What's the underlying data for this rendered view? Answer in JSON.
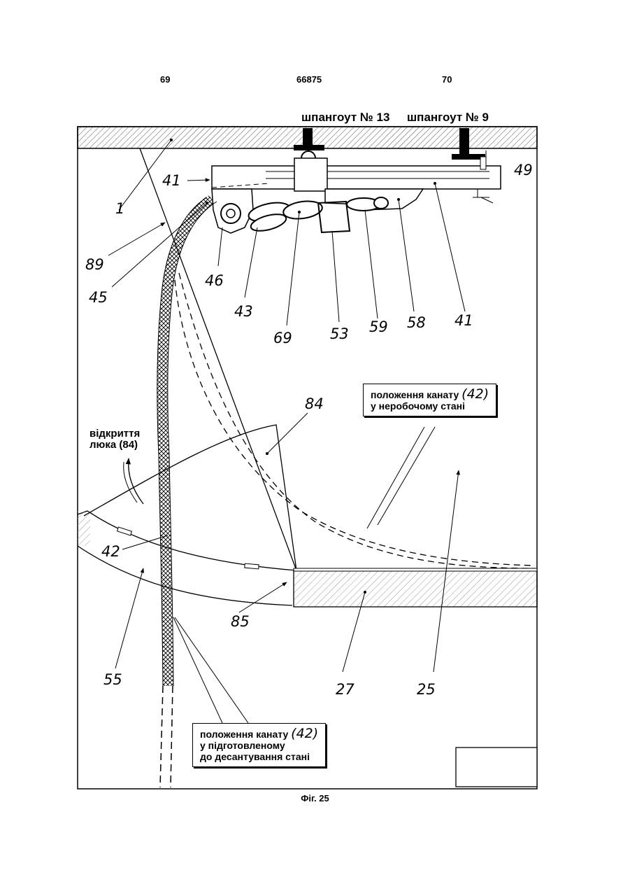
{
  "header": {
    "left_page": "69",
    "patent_number": "66875",
    "right_page": "70"
  },
  "frames": {
    "frame_13": "шпангоут № 13",
    "frame_9": "шпангоут № 9"
  },
  "hatch_opening": {
    "line1": "відкриття",
    "line2": "люка (84)"
  },
  "note_inactive": {
    "text1": "положення канату",
    "ref": "(42)",
    "text2": "у неробочому стані"
  },
  "note_ready": {
    "text1": "положення канату",
    "ref": "(42)",
    "text2": "у підготовленому",
    "text3": "до десантування стані"
  },
  "refs": {
    "r1": "1",
    "r41a": "41",
    "r41b": "41",
    "r49": "49",
    "r89": "89",
    "r45": "45",
    "r46": "46",
    "r43": "43",
    "r69": "69",
    "r53": "53",
    "r59": "59",
    "r58": "58",
    "r84": "84",
    "r42": "42",
    "r85": "85",
    "r55": "55",
    "r27": "27",
    "r25": "25"
  },
  "caption": "Фіг. 25"
}
